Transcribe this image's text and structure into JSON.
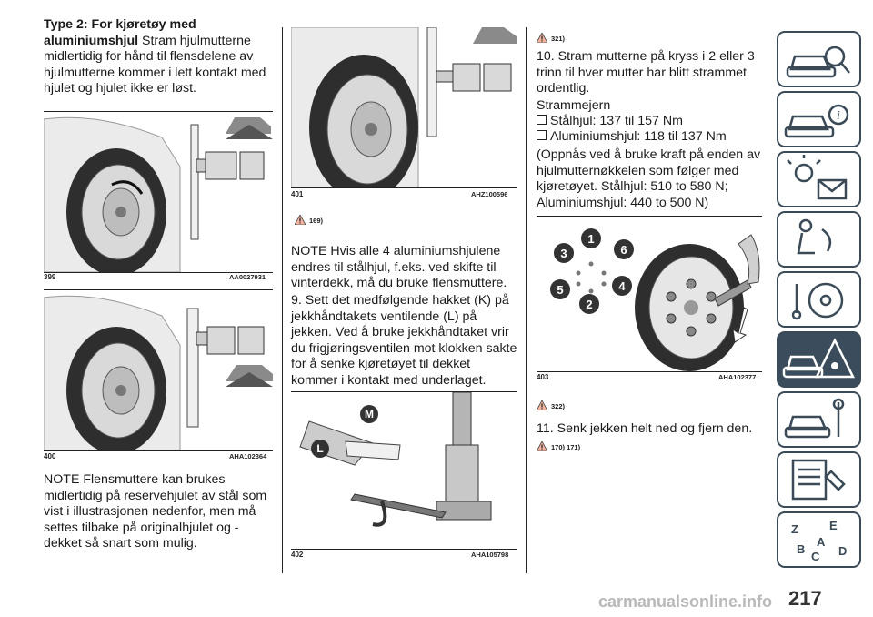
{
  "col1": {
    "heading_bold": "Type 2: For kjøretøy med aluminiumshjul",
    "heading_text": "Stram hjulmutterne midlertidig for hånd til flensdelene av hjulmutterne kommer i lett kontakt med hjulet og hjulet ikke er løst.",
    "fig399": {
      "num": "399",
      "code": "AA0027931"
    },
    "fig400": {
      "num": "400",
      "code": "AHA102364"
    },
    "note": "NOTE  Flensmuttere kan brukes midlertidig på reservehjulet av stål som vist i illustrasjonen nedenfor, men må settes tilbake på originalhjulet og -dekket så snart som mulig."
  },
  "col2": {
    "fig401": {
      "num": "401",
      "code": "AHZ100596"
    },
    "warn1": "169)",
    "note": "NOTE  Hvis alle 4 aluminiumshjulene endres til stålhjul, f.eks. ved skifte til vinterdekk, må du bruke flensmuttere.",
    "step9": "9. Sett det medfølgende hakket (K) på jekkhåndtakets ventilende (L) på jekken. Ved å bruke jekkhåndtaket vrir du frigjøringsventilen mot klokken sakte for å senke kjøretøyet til dekket kommer i kontakt med underlaget.",
    "fig402": {
      "num": "402",
      "code": "AHA105798",
      "label_m": "M",
      "label_l": "L"
    }
  },
  "col3": {
    "warn1": "321)",
    "step10": "10. Stram mutterne på kryss i 2 eller 3 trinn til hver mutter har blitt strammet ordentlig.",
    "torque_title": "Strammejern",
    "torque_steel": "Stålhjul: 137 til 157 Nm",
    "torque_alu": "Aluminiumshjul: 118 til 137 Nm",
    "torque_note": "(Oppnås ved å bruke kraft på enden av hjulmutternøkkelen som følger med kjøretøyet. Stålhjul: 510 to 580 N; Aluminiumshjul: 440 to 500 N)",
    "fig403": {
      "num": "403",
      "code": "AHA102377",
      "n1": "1",
      "n2": "2",
      "n3": "3",
      "n4": "4",
      "n5": "5",
      "n6": "6"
    },
    "warn2": "322)",
    "step11": "11. Senk jekken helt ned og fjern den.",
    "warn3": "170) 171)"
  },
  "page_number": "217",
  "footer": "carmanualsonline.info",
  "colors": {
    "tab_border": "#3a4a57",
    "tab_active": "#3b4d5c",
    "warning_fill": "#f2b5a0"
  }
}
